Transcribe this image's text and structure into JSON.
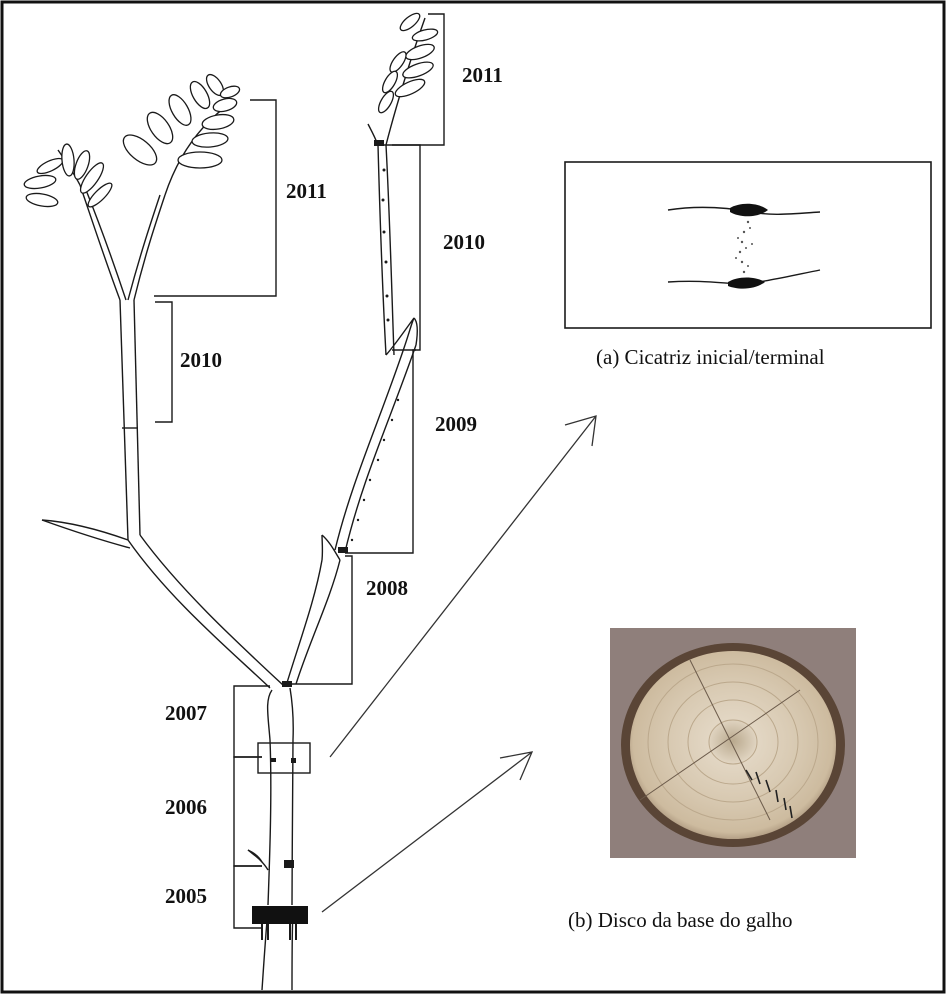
{
  "labels": {
    "upper_branch_top": "2011",
    "upper_branch_mid": "2010",
    "left_branch_top": "2011",
    "left_branch_mid": "2010",
    "segment_2009": "2009",
    "segment_2008": "2008",
    "segment_2007": "2007",
    "segment_2006": "2006",
    "segment_2005": "2005"
  },
  "captions": {
    "scar": "(a) Cicatriz inicial/terminal",
    "disc": "(b) Disco da base do galho"
  },
  "colors": {
    "line": "#1a1a1a",
    "disc_background": "#8f7f7b",
    "wood_light": "#d9cbb5",
    "bark": "#5a4536"
  }
}
